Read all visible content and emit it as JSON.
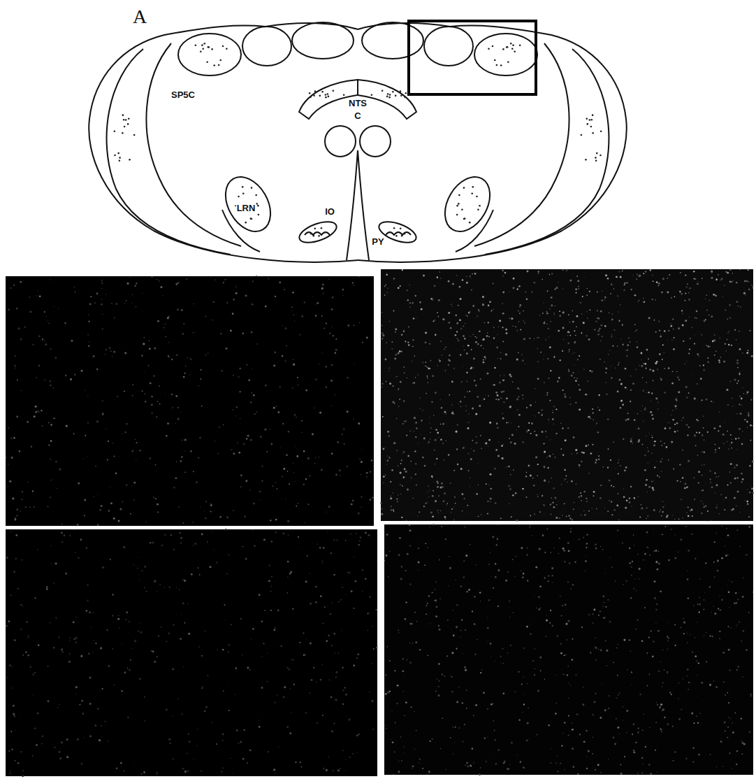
{
  "diagram": {
    "labels": [
      "A",
      "SP5C",
      "NTS",
      "C",
      "LRN",
      "IO",
      "PY"
    ]
  }
}
